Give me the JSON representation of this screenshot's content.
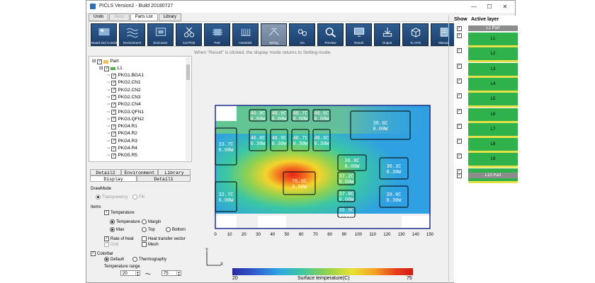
{
  "window": {
    "title": "PICLS Version2 - Build 20180727",
    "minimize": "—",
    "maximize": "☐",
    "close": "✕"
  },
  "menu_tabs": [
    {
      "label": "Undo",
      "state": "normal"
    },
    {
      "label": "Redo",
      "state": "disabled"
    },
    {
      "label": "Parts List",
      "state": "active"
    },
    {
      "label": "Library",
      "state": "normal"
    }
  ],
  "toolbar": [
    {
      "label": "Board and Constitution",
      "icon": "board-icon",
      "state": "normal"
    },
    {
      "label": "Environment",
      "icon": "environment-icon",
      "state": "normal"
    },
    {
      "label": "Enclosure",
      "icon": "enclosure-icon",
      "state": "normal"
    },
    {
      "label": "Cut PCB",
      "icon": "scissors-icon",
      "state": "normal"
    },
    {
      "label": "Part",
      "icon": "part-icon",
      "state": "normal"
    },
    {
      "label": "HeatSink",
      "icon": "heatsink-icon",
      "state": "normal"
    },
    {
      "label": "Wiring",
      "icon": "wiring-icon",
      "state": "disabled"
    },
    {
      "label": "Via",
      "icon": "via-icon",
      "state": "normal"
    },
    {
      "label": "Preview",
      "icon": "magnifier-icon",
      "state": "normal"
    },
    {
      "label": "Result",
      "icon": "monitor-icon",
      "state": "normal"
    },
    {
      "label": "Output",
      "icon": "download-icon",
      "state": "normal"
    },
    {
      "label": "To CFD",
      "icon": "cube-icon",
      "state": "normal"
    },
    {
      "label": "Manual",
      "icon": "book-icon",
      "state": "normal"
    }
  ],
  "hint": "When \"Result\" is clicked, the display mode returns to Setting mode.",
  "tree": {
    "root": "Part",
    "layer": "L1",
    "items": [
      "PKG1.BGA1",
      "PKG2.CN1",
      "PKG2.CN2",
      "PKG2.CN3",
      "PKG2.CN4",
      "PKG3.QFN1",
      "PKG3.QFN2",
      "PKG4.R1",
      "PKG4.R2",
      "PKG4.R3",
      "PKG4.R4",
      "PKG5.R5"
    ]
  },
  "subtabs": {
    "row1": [
      "Detail2",
      "Environment",
      "Library"
    ],
    "row2": [
      "Display",
      "Detail1"
    ],
    "active": "Display"
  },
  "settings": {
    "drawmode_label": "DrawMode",
    "drawmode_options": [
      "Transparency",
      "Fill"
    ],
    "items_label": "Items",
    "temperature_label": "Temperature",
    "temp_type": [
      "Temperature",
      "Margin"
    ],
    "temp_pos": [
      "Max",
      "Top",
      "Bottom"
    ],
    "rate_of_heat": "Rate of heat",
    "heat_transfer_vector": "Heat transfer vector",
    "grid": "Grid",
    "mesh": "Mesh",
    "colorbar_label": "Colorbar",
    "colorbar_options": [
      "Default",
      "Thermography"
    ],
    "temp_range_label": "Temperature range",
    "range_min": "20",
    "range_tilde": "～",
    "range_max": "75",
    "spin_up": "▲",
    "spin_down": "▼"
  },
  "plot": {
    "x_ticks": [
      "0",
      "10",
      "20",
      "30",
      "40",
      "50",
      "60",
      "70",
      "80",
      "90",
      "100",
      "110",
      "120",
      "130",
      "140",
      "150"
    ],
    "axis_x": "X",
    "axis_y": "Y",
    "parts": [
      {
        "t": "38.6C",
        "w": "0.00W"
      },
      {
        "t": "33.7C",
        "w": "0.00W"
      },
      {
        "t": "32.7C",
        "w": "0.00W"
      },
      {
        "t": "76.9C",
        "w": "3.00W"
      },
      {
        "t": "36.3C",
        "w": "0.30W"
      },
      {
        "t": "39.0C",
        "w": "0.30W"
      },
      {
        "t": "36.8C",
        "w": "0.00W"
      },
      {
        "t": "37.2C",
        "w": "0.00W"
      },
      {
        "t": "37.0C",
        "w": "0.00W"
      },
      {
        "t": "35.9C",
        "w": "0.00W"
      },
      {
        "t": "46.0C",
        "w": "0.30W"
      },
      {
        "t": "46.9C",
        "w": "0.30W"
      },
      {
        "t": "46.7C",
        "w": "0.30W"
      },
      {
        "t": "46.6C",
        "w": "0.30W"
      },
      {
        "t": "46.0C",
        "w": "0.00W"
      },
      {
        "t": "46.9C",
        "w": "0.00W"
      },
      {
        "t": "46.7C",
        "w": "0.00W"
      },
      {
        "t": "46.6C",
        "w": "0.00W"
      }
    ]
  },
  "colorbar": {
    "min": "20",
    "max": "75",
    "title": "Surface temperature(C)",
    "colors": [
      "#2a2a9c",
      "#2fa6e0",
      "#8ed14e",
      "#e6e233",
      "#d11a14"
    ]
  },
  "layers": {
    "show_header": "Show",
    "active_header": "Active layer",
    "list": [
      "L1 Part",
      "L1",
      "L2",
      "L3",
      "L4",
      "L5",
      "L6",
      "L7",
      "L8",
      "L9",
      "L10",
      "L10 Part"
    ]
  }
}
